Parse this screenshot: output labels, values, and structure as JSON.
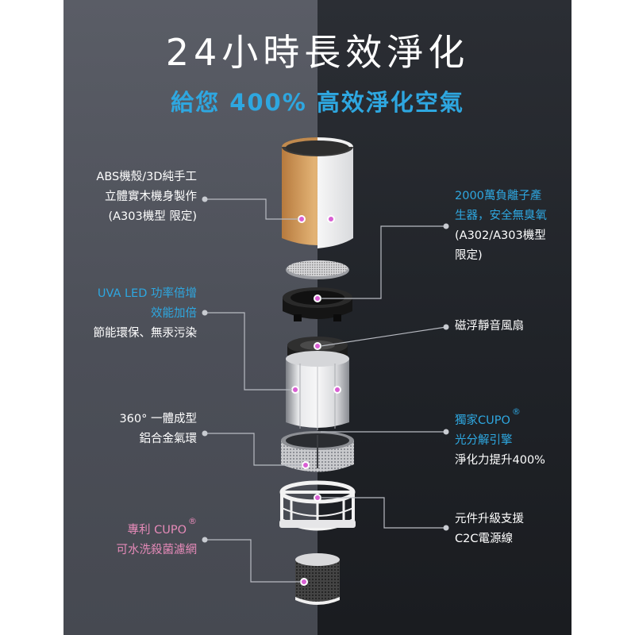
{
  "title": "24小時長效淨化",
  "subtitle": "給您 400% 高效淨化空氣",
  "labels": {
    "abs": [
      "ABS機殼/3D純手工",
      "立體實木機身製作",
      "(A303機型 限定)"
    ],
    "ion": [
      "2000萬負離子產",
      "生器，安全無臭氧",
      "(A302/A303機型",
      "限定)"
    ],
    "uva": [
      "UVA LED 功率倍增",
      "效能加倍",
      "節能環保、無汞污染"
    ],
    "fan": "磁浮靜音風扇",
    "ring": [
      "360° 一體成型",
      "鋁合金氣環"
    ],
    "cupo_a": "獨家CUPO",
    "cupo_b": [
      "光分解引擎",
      "淨化力提升400%"
    ],
    "cable": [
      "元件升級支援",
      "C2C電源線"
    ],
    "filter_a": "專利 CUPO",
    "filter_b": "可水洗殺菌濾網",
    "registered": "®"
  },
  "colors": {
    "accent_blue": "#2ea7e0",
    "accent_pink": "#e58ab8",
    "marker": "#d95fd3",
    "bg_left": "#4c4f58",
    "bg_right": "#1f2227"
  }
}
